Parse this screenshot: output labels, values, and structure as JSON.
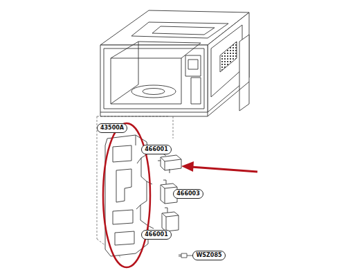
{
  "diagram": {
    "labels": [
      "43500A",
      "466001",
      "466003",
      "466001",
      "WSZ085"
    ]
  }
}
